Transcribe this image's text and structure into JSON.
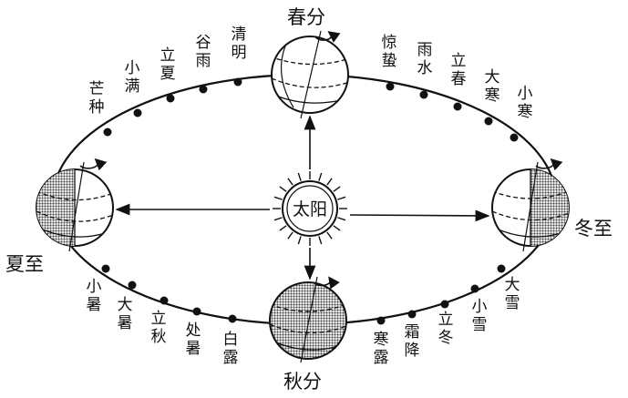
{
  "colors": {
    "ink": "#111111",
    "shade": "#8a8a8a",
    "paper": "#ffffff"
  },
  "sun": {
    "label": "太阳"
  },
  "major_terms": {
    "spring": "春分",
    "summer": "夏至",
    "autumn": "秋分",
    "winter": "冬至"
  },
  "upper_left_terms": [
    "芒种",
    "小满",
    "立夏",
    "谷雨",
    "清明"
  ],
  "upper_right_terms": [
    "惊蛰",
    "雨水",
    "立春",
    "大寒",
    "小寒"
  ],
  "lower_left_terms": [
    "小暑",
    "大暑",
    "立秋",
    "处暑",
    "白露"
  ],
  "lower_right_terms": [
    "寒露",
    "霜降",
    "立冬",
    "小雪",
    "大雪"
  ]
}
